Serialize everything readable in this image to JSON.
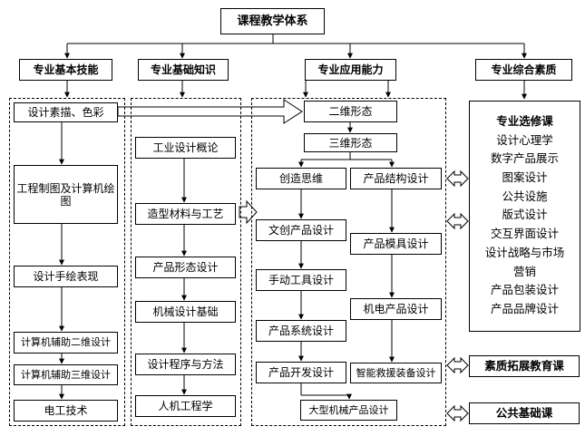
{
  "diagram": {
    "title": "课程教学体系",
    "categories": {
      "skills": "专业基本技能",
      "knowledge": "专业基础知识",
      "application": "专业应用能力",
      "quality": "专业综合素质"
    },
    "skills_column": [
      "设计素描、色彩",
      "工程制图及计算机绘图",
      "设计手绘表现",
      "计算机辅助二维设计",
      "计算机辅助三维设计",
      "电工技术"
    ],
    "knowledge_column": [
      "工业设计概论",
      "造型材料与工艺",
      "产品形态设计",
      "机械设计基础",
      "设计程序与方法",
      "人机工程学"
    ],
    "application_column": {
      "top": [
        "二维形态",
        "三维形态"
      ],
      "left_track": [
        "创造思维",
        "文创产品设计",
        "手动工具设计",
        "产品系统设计",
        "产品开发设计"
      ],
      "right_track": [
        "产品结构设计",
        "产品模具设计",
        "机电产品设计",
        "智能救援装备设计"
      ],
      "final": "大型机械产品设计"
    },
    "electives": {
      "title": "专业选修课",
      "items": [
        "设计心理学",
        "数字产品展示",
        "图案设计",
        "公共设施",
        "版式设计",
        "交互界面设计",
        "设计战略与市场",
        "营销",
        "产品包装设计",
        "产品品牌设计"
      ]
    },
    "quality_expansion": "素质拓展教育课",
    "public_basic": "公共基础课"
  }
}
